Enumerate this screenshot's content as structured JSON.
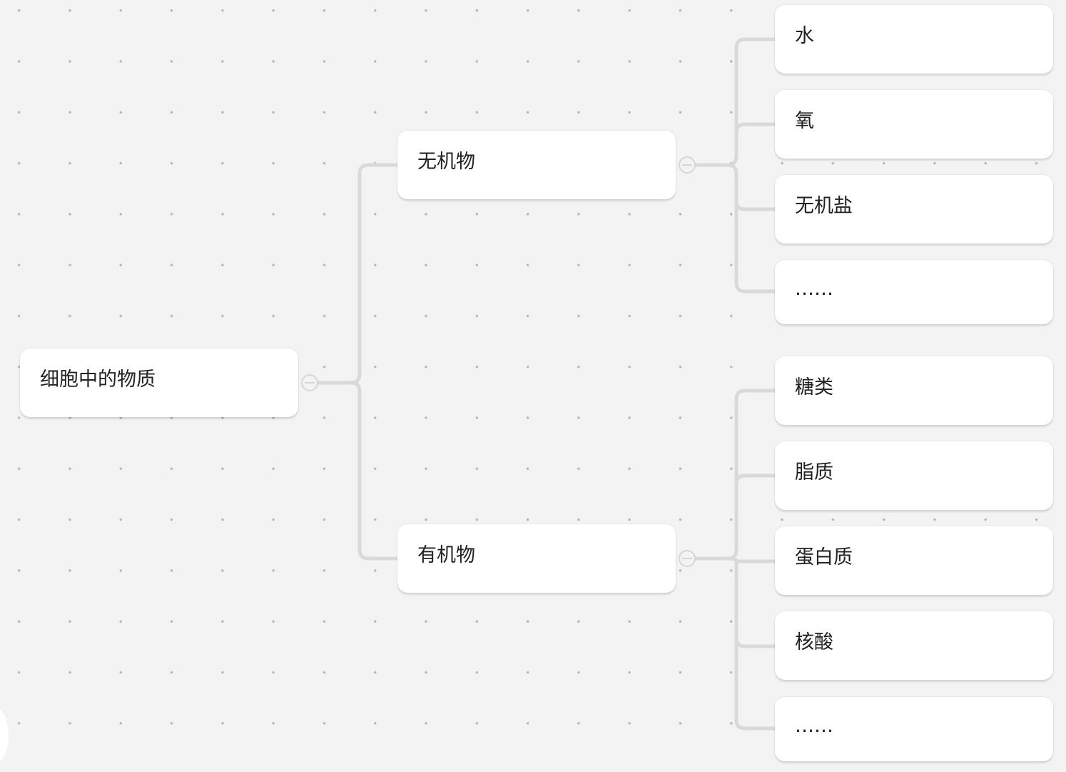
{
  "mindmap": {
    "root": {
      "label": "细胞中的物质",
      "children": [
        {
          "label": "无机物",
          "children": [
            "水",
            "氧",
            "无机盐",
            "……"
          ]
        },
        {
          "label": "有机物",
          "children": [
            "糖类",
            "脂质",
            "蛋白质",
            "核酸",
            "……"
          ]
        }
      ]
    }
  },
  "colors": {
    "background": "#f3f3f3",
    "dot": "#b9b9b9",
    "connector": "#d9d9d9",
    "node_fill": "#ffffff",
    "text": "#222222"
  }
}
